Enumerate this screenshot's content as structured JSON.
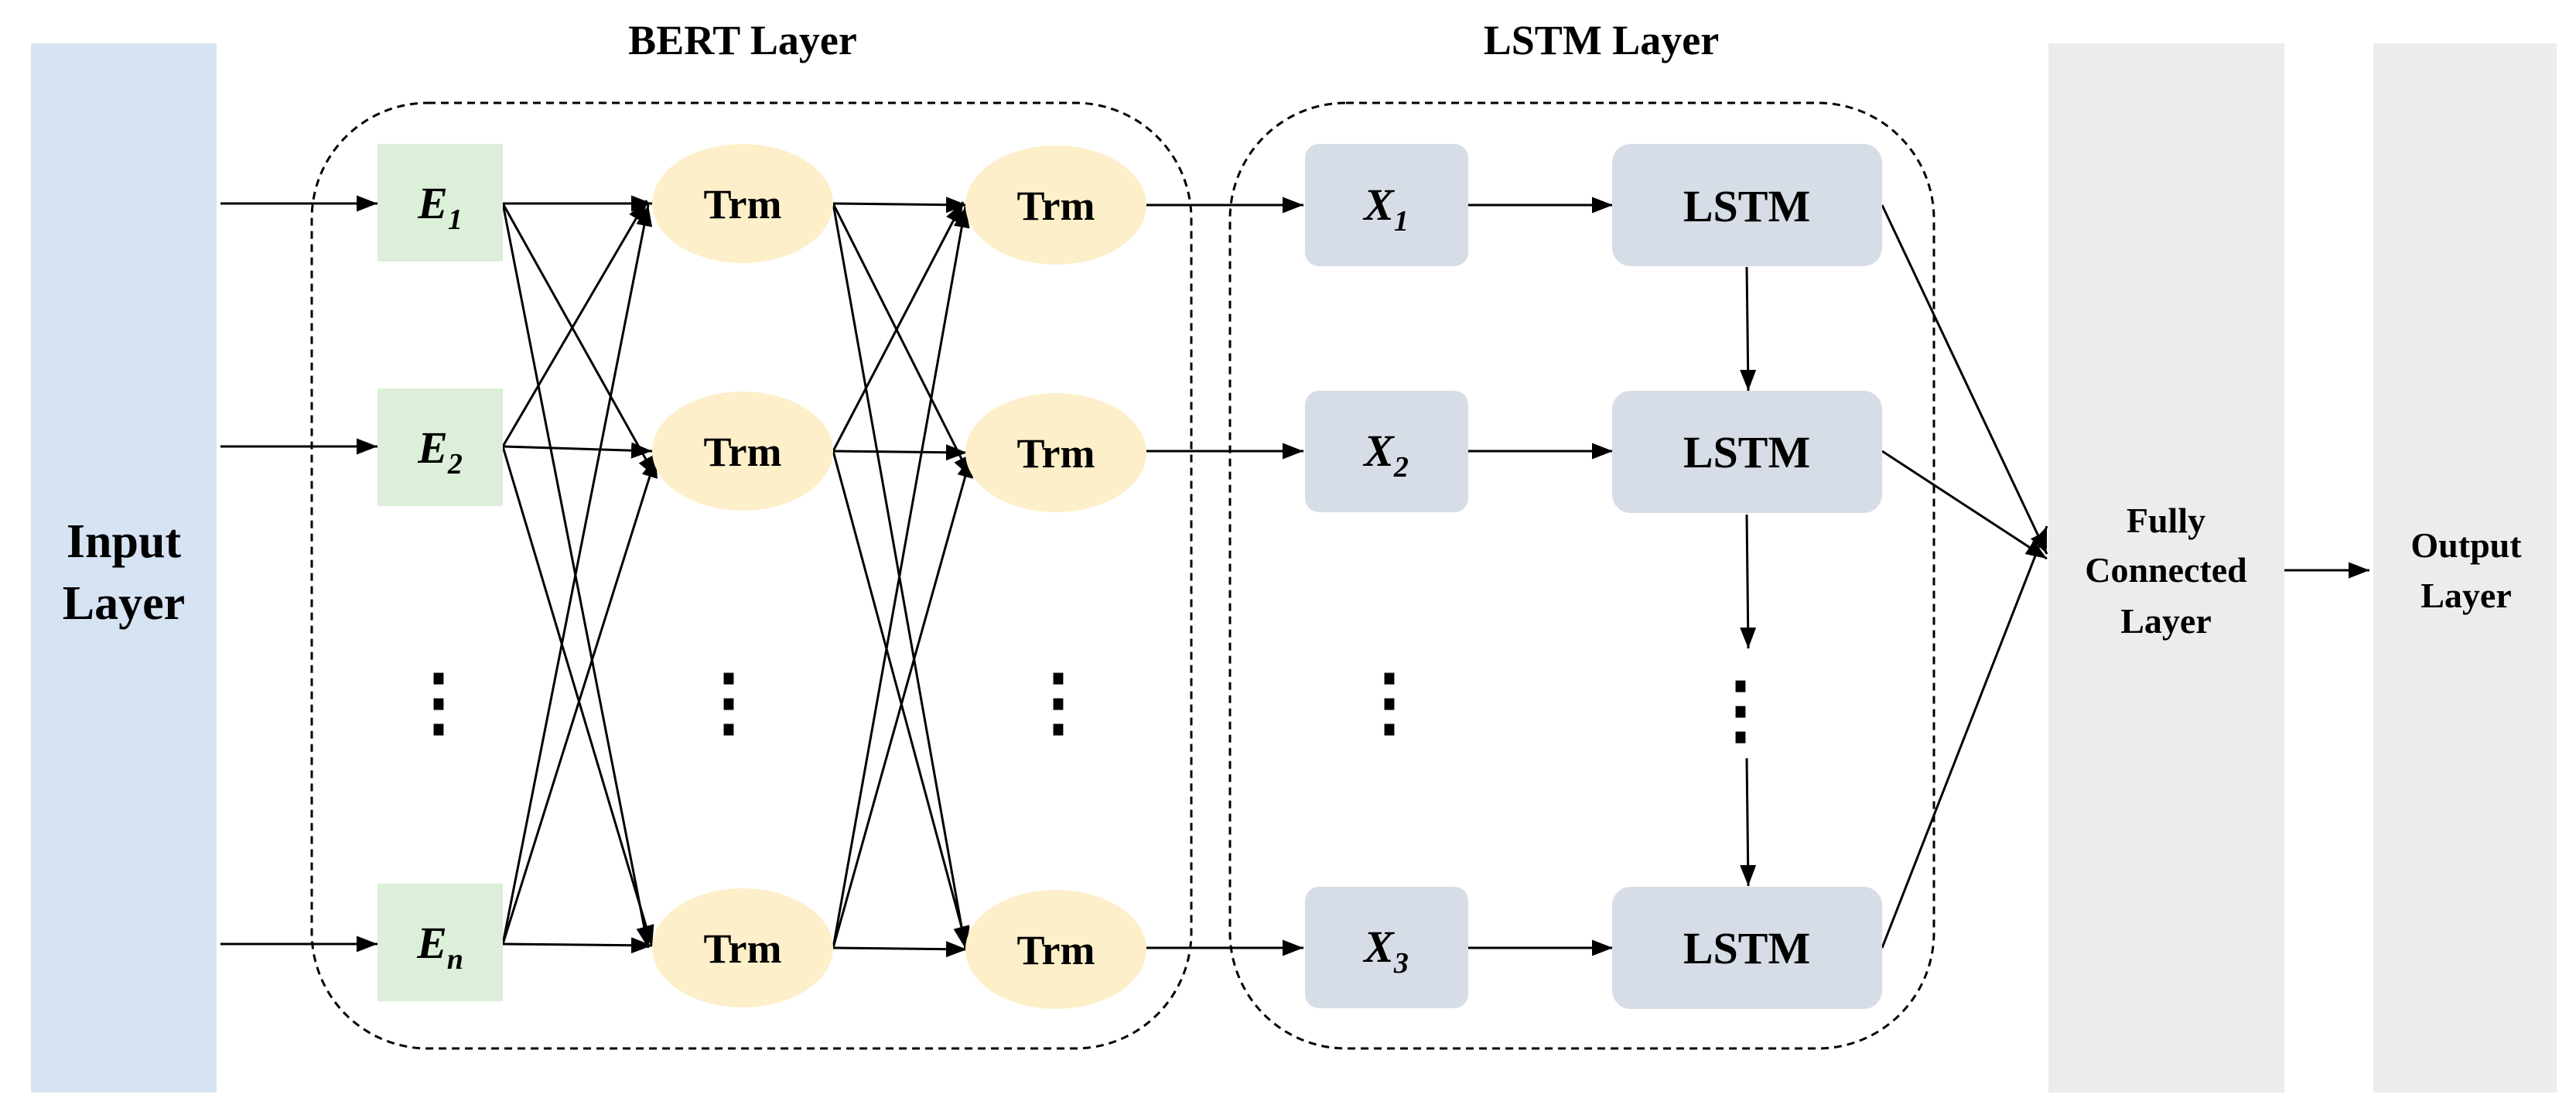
{
  "diagram": {
    "input_layer": {
      "line1": "Input",
      "line2": "Layer"
    },
    "bert_layer": {
      "title": "BERT Layer",
      "embeddings": [
        {
          "base": "E",
          "sub": "1"
        },
        {
          "base": "E",
          "sub": "2"
        },
        {
          "base": "E",
          "sub": "n"
        }
      ],
      "trm_label": "Trm",
      "ellipsis": "⋮"
    },
    "lstm_layer": {
      "title": "LSTM Layer",
      "inputs": [
        {
          "base": "X",
          "sub": "1"
        },
        {
          "base": "X",
          "sub": "2"
        },
        {
          "base": "X",
          "sub": "3"
        }
      ],
      "cell_label": "LSTM",
      "ellipsis": "⋮"
    },
    "fully_connected_layer": {
      "line1": "Fully",
      "line2": "Connected",
      "line3": "Layer"
    },
    "output_layer": {
      "line1": "Output",
      "line2": "Layer"
    },
    "colors": {
      "input_layer_fill": "#d6e3f3",
      "embedding_fill": "#dcefd9",
      "trm_fill": "#fdefc9",
      "lstm_fill": "#d6dde6",
      "side_layer_fill": "#ececec",
      "stroke": "#000000"
    }
  }
}
